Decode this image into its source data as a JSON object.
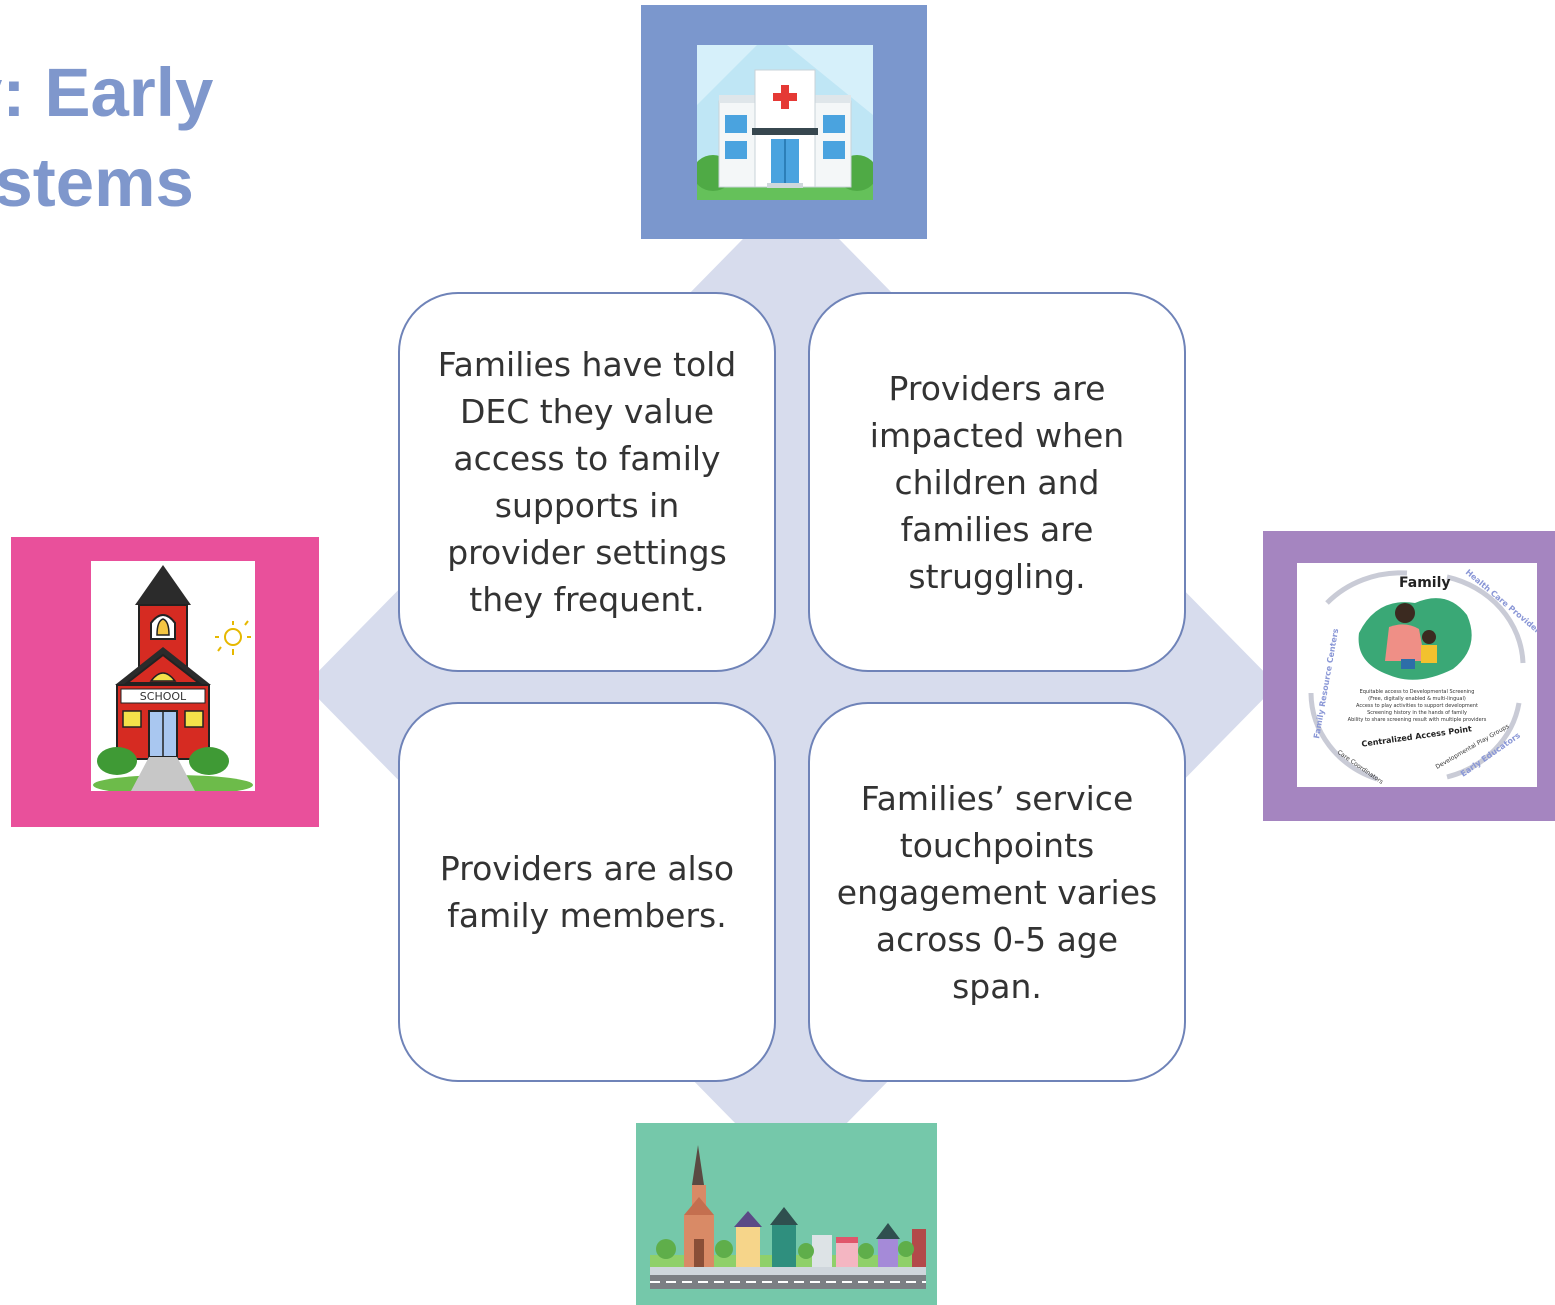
{
  "slide": {
    "title_line1": "y: Early",
    "title_line2": "ystems"
  },
  "cards": {
    "top_left": "Families have told DEC they value access to family supports in provider settings they frequent.",
    "top_right": "Providers are impacted when children and families are struggling.",
    "bottom_left": "Providers are also family members.",
    "bottom_right": "Families’ service touchpoints engagement varies across 0-5 age span."
  },
  "school_image": {
    "sign": "SCHOOL"
  },
  "centralized_image": {
    "family": "Family",
    "health_care_providers": "Health Care Providers",
    "family_resource_centers": "Family Resource Centers",
    "developmental_play_groups": "Developmental Play Groups",
    "care_coordinators": "Care Coordinators",
    "early_educators": "Early Educators",
    "centralized_access_point": "Centralized Access Point",
    "bullets": [
      "Equitable access to Developmental Screening",
      "(Free, digitally enabled & multi-lingual)",
      "Access to play activities to support development",
      "Screening history in the hands of family",
      "Ability to share screening result with multiple providers"
    ]
  },
  "colors": {
    "title": "#7f97cc",
    "hospital_frame": "#7b97cd",
    "school_frame": "#e9509b",
    "centralized_frame": "#a585c0",
    "town_frame": "#75c8aa",
    "diamond": "#d7dced",
    "card_border": "#6f83b8"
  }
}
